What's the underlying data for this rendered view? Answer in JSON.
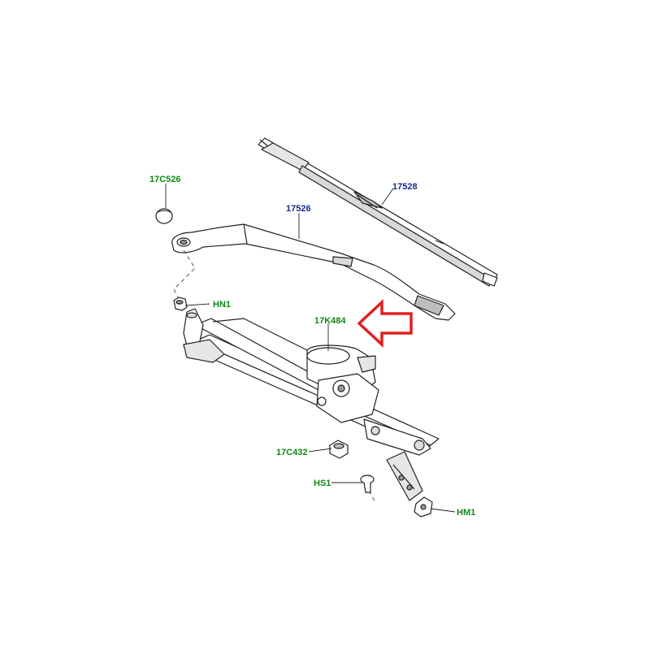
{
  "colors": {
    "green_label": "#118811",
    "blue_label": "#1a2a8c",
    "arrow": "#e02020",
    "line": "#222222",
    "part_fill": "#ffffff",
    "part_shade": "#d9d9d9"
  },
  "labels": {
    "c526": "17C526",
    "n17528": "17528",
    "n17526": "17526",
    "hn1": "HN1",
    "k484": "17K484",
    "c432": "17C432",
    "hs1": "HS1",
    "hm1": "HM1"
  }
}
